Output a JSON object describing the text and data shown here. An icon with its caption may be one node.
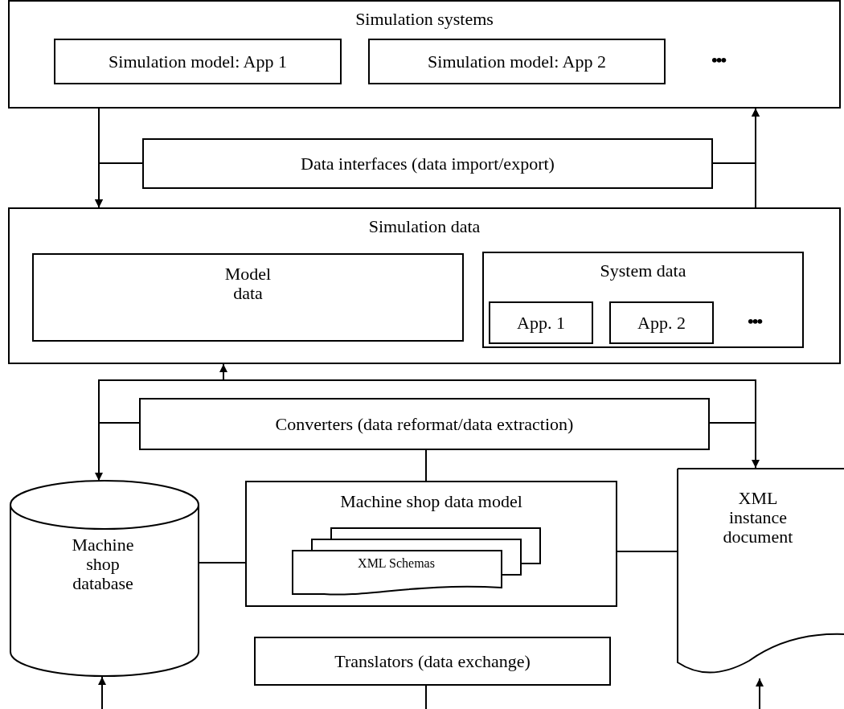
{
  "diagram": {
    "nodes": [
      {
        "text": [
          "Simulation systems"
        ]
      },
      {
        "text": [
          "Simulation model: App 1"
        ],
        "in": 0
      },
      {
        "text": [
          "Simulation model: App 2"
        ],
        "in": 0
      },
      {
        "text": [
          "Data interfaces  (data import/export)"
        ]
      },
      {
        "text": [
          "Simulation data"
        ]
      },
      {
        "text": [
          "Model data"
        ],
        "in": 4
      },
      {
        "text": [
          "System data"
        ],
        "in": 4
      },
      {
        "text": [
          "App. 1"
        ],
        "in": 6
      },
      {
        "text": [
          "App. 2"
        ],
        "in": 6
      },
      {
        "text": [
          "Converters (data reformat/data extraction)"
        ]
      },
      {
        "text": [
          "Machine shop database"
        ]
      },
      {
        "text": [
          "Machine shop data model"
        ]
      },
      {
        "text": [
          "XML Schemas"
        ],
        "in": 11
      },
      {
        "text": [
          "XML instance document"
        ]
      },
      {
        "text": [
          "Translators (data exchange)"
        ]
      }
    ],
    "edges": [
      {
        "from": 0,
        "to": 4,
        "arrow": "to"
      },
      {
        "from": 3,
        "to": 4,
        "arrow": "to"
      },
      {
        "from": 4,
        "to": 0,
        "arrow": "to"
      },
      {
        "from": 3,
        "to": 0,
        "arrow": "to"
      },
      {
        "from": 9,
        "to": 4,
        "arrow": "to"
      },
      {
        "from": 9,
        "to": 10,
        "arrow": "to"
      },
      {
        "from": 9,
        "to": 13,
        "arrow": "to"
      },
      {
        "from": 9,
        "to": 11,
        "arrow": "none"
      },
      {
        "from": 10,
        "to": 11,
        "arrow": "none"
      },
      {
        "from": 11,
        "to": 13,
        "arrow": "none"
      },
      {
        "from": 14,
        "to": null,
        "arrow": "none"
      },
      {
        "from": null,
        "to": 10,
        "arrow": "to"
      },
      {
        "from": null,
        "to": 13,
        "arrow": "to"
      }
    ],
    "labels": [
      "•••",
      "•••"
    ]
  }
}
